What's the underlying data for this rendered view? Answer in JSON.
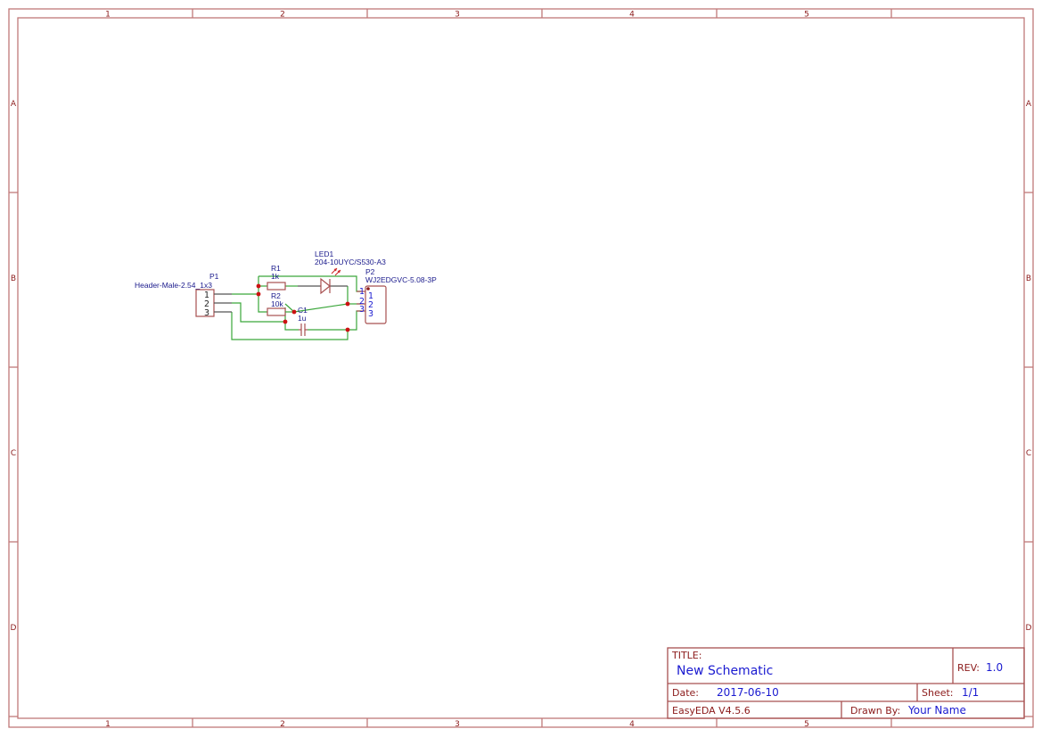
{
  "sheet": {
    "columns": [
      "1",
      "2",
      "3",
      "4",
      "5"
    ],
    "rows": [
      "A",
      "B",
      "C",
      "D"
    ]
  },
  "title_block": {
    "title_label": "TITLE:",
    "title_value": "New Schematic",
    "rev_label": "REV:",
    "rev_value": "1.0",
    "date_label": "Date:",
    "date_value": "2017-06-10",
    "sheet_label": "Sheet:",
    "sheet_value": "1/1",
    "software": "EasyEDA V4.5.6",
    "drawn_by_label": "Drawn By:",
    "drawn_by_value": "Your Name"
  },
  "components": {
    "p1": {
      "designator": "P1",
      "value": "Header-Male-2.54_1x3",
      "pins": [
        "1",
        "2",
        "3"
      ]
    },
    "r1": {
      "designator": "R1",
      "value": "1k"
    },
    "r2": {
      "designator": "R2",
      "value": "10k"
    },
    "c1": {
      "designator": "C1",
      "value": "1u"
    },
    "led1": {
      "designator": "LED1",
      "value": "204-10UYC/S530-A3"
    },
    "p2": {
      "designator": "P2",
      "value": "WJ2EDGVC-5.08-3P",
      "pins": [
        "1",
        "2",
        "3"
      ],
      "outer_pins": [
        "1",
        "2",
        "3"
      ]
    }
  },
  "colors": {
    "frame": "#c07878",
    "wire": "#3aa63a",
    "junction": "#cc1111",
    "label": "#1a1a8c",
    "value_text": "#1a1ad0",
    "field_label": "#8b1a1a"
  }
}
